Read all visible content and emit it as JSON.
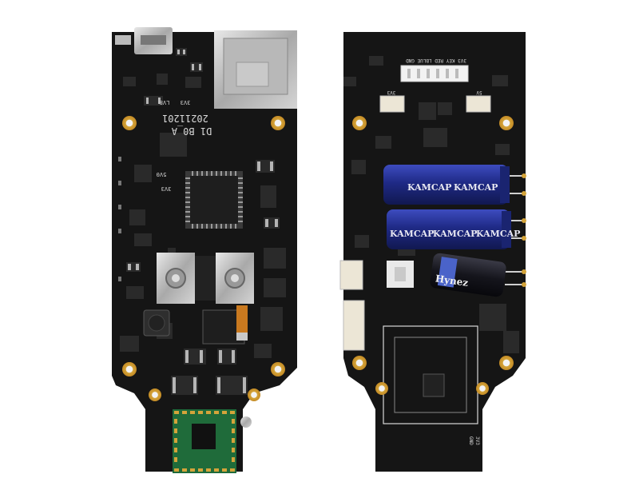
{
  "board_front": {
    "date_code": "20211201",
    "revision": "D1 B0_A",
    "lv_label": "LV8",
    "power_labels": [
      "3V3",
      "3V3",
      "5V0"
    ]
  },
  "board_back": {
    "connector_labels": "3V3 KEY RED LBLUE GND",
    "capacitor_brand": "KAMCAP",
    "capacitor_brand_2": "Hynez",
    "port_labels": [
      "5V",
      "3V3"
    ],
    "small_labels": [
      "3V3",
      "GND"
    ]
  },
  "colors": {
    "pcb": "#151515",
    "pad_gold": "#d4a43a",
    "silkscreen": "#d8d8d8",
    "capacitor_blue": "#1f2a86",
    "wifi_module_green": "#1f6b3a"
  }
}
